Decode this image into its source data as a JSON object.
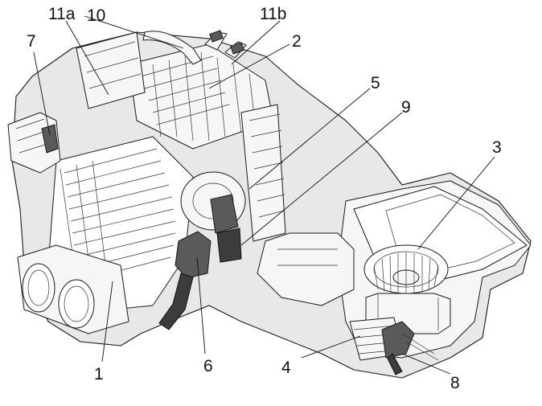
{
  "callouts": [
    "11a",
    "10",
    "11b",
    "2",
    "7",
    "5",
    "9",
    "3",
    "1",
    "6",
    "4",
    "8"
  ]
}
